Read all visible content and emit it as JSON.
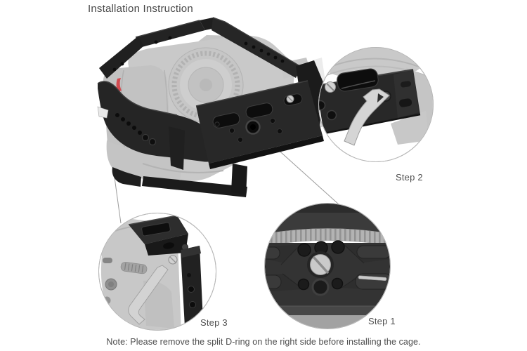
{
  "page": {
    "title": "Installation Instruction",
    "note": "Note: Please remove the split D-ring on the right side before installing the cage."
  },
  "callouts": [
    {
      "id": "step-1",
      "label": "Step 1",
      "detail": "cage-bottom-plate-center-screw-closeup"
    },
    {
      "id": "step-2",
      "label": "Step 2",
      "detail": "right-side-plate-screw-with-wrench-closeup"
    },
    {
      "id": "step-3",
      "label": "Step 3",
      "detail": "top-cold-shoe-and-side-rail-with-wrench-closeup"
    }
  ],
  "figure": {
    "main": "black-camera-cage-installed-on-ghosted-camera-body"
  },
  "colors": {
    "background": "#ffffff",
    "cage_black": "#242424",
    "camera_ghost": "#c9c9c9",
    "accent_red": "#d24a50",
    "tool_silver": "#d4d4d4",
    "callout_stroke": "#b7b7b7",
    "connector_line": "#9b9b9b",
    "text": "#4c4c4c"
  }
}
